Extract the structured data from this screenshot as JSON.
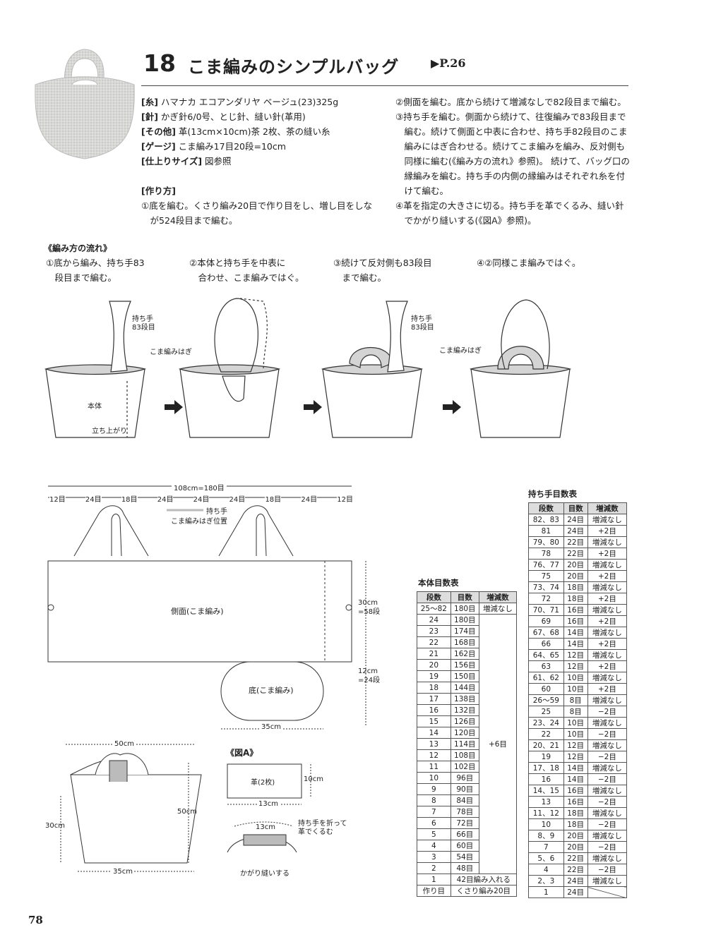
{
  "title": {
    "number": "18",
    "text": "こま編みのシンプルバッグ",
    "page_ref": "▶P.26"
  },
  "specs": [
    {
      "label": "[糸]",
      "text": "ハマナカ エコアンダリヤ ベージュ(23)325g"
    },
    {
      "label": "[針]",
      "text": "かぎ針6/0号、とじ針、縫い針(革用)"
    },
    {
      "label": "[その他]",
      "text": "革(13cm×10cm)茶 2枚、茶の縫い糸"
    },
    {
      "label": "[ゲージ]",
      "text": "こま編み17目20段=10cm"
    },
    {
      "label": "[仕上りサイズ]",
      "text": "図参照"
    }
  ],
  "method_heading": "[作り方]",
  "method_steps_left": [
    "①底を編む。くさり編み20目で作り目をし、増し目をしな",
    "　が524段目まで編む。"
  ],
  "method_steps_right": [
    "②側面を編む。底から続けて増減なしで82段目まで編む。",
    "③持ち手を編む。側面から続けて、往復編みで83段目まで",
    "　編む。続けて側面と中表に合わせ、持ち手82段目のこま",
    "　編みにはぎ合わせる。続けてこま編みを編み、反対側も",
    "　同様に編む(《編み方の流れ》参照)。 続けて、バッグ口の",
    "　縁編みを編む。持ち手の内側の縁編みはそれぞれ糸を付",
    "　けて編む。",
    "④革を指定の大きさに切る。持ち手を革でくるみ、縫い針",
    "　でかがり縫いする(《図A》参照)。"
  ],
  "flow": {
    "heading": "《編み方の流れ》",
    "steps": [
      {
        "line1": "①底から編み、持ち手83",
        "line2": "　段目まで編む。"
      },
      {
        "line1": "②本体と持ち手を中表に",
        "line2": "　合わせ、こま編みではぐ。"
      },
      {
        "line1": "③続けて反対側も83段目",
        "line2": "　まで編む。"
      },
      {
        "line1": "④②同様こま編みではぐ。",
        "line2": ""
      }
    ],
    "labels": {
      "handle": "持ち手",
      "handle_rows": "83段目",
      "join": "こま編みはぎ",
      "body": "本体",
      "rise": "立ち上がり"
    }
  },
  "diagram": {
    "total_width": "108cm=180目",
    "segments": [
      "12目",
      "24目",
      "18目",
      "24目",
      "24目",
      "24目",
      "18目",
      "24目",
      "12目"
    ],
    "handle_note_1": "持ち手",
    "handle_note_2": "こま編みはぎ位置",
    "side_label": "側面(こま編み)",
    "side_height_1": "30cm",
    "side_height_2": "=58段",
    "bottom_label": "底(こま編み)",
    "bottom_height_1": "12cm",
    "bottom_height_2": "=24段",
    "bottom_width": "35cm",
    "bag_top": "50cm",
    "bag_height": "50cm",
    "bag_body": "30cm",
    "bag_bottom": "35cm",
    "figA_heading": "《図A》",
    "leather_label": "革(2枚)",
    "leather_h": "10cm",
    "leather_w": "13cm",
    "wrap_w": "13cm",
    "wrap_note_1": "持ち手を折って",
    "wrap_note_2": "革でくるむ",
    "whip": "かがり縫いする"
  },
  "body_table": {
    "title": "本体目数表",
    "headers": [
      "段数",
      "目数",
      "増減数"
    ],
    "first_row": [
      "25〜82",
      "180目",
      "増減なし"
    ],
    "rows": [
      [
        "24",
        "180目"
      ],
      [
        "23",
        "174目"
      ],
      [
        "22",
        "168目"
      ],
      [
        "21",
        "162目"
      ],
      [
        "20",
        "156目"
      ],
      [
        "19",
        "150目"
      ],
      [
        "18",
        "144目"
      ],
      [
        "17",
        "138目"
      ],
      [
        "16",
        "132目"
      ],
      [
        "15",
        "126目"
      ],
      [
        "14",
        "120目"
      ],
      [
        "13",
        "114目"
      ],
      [
        "12",
        "108目"
      ],
      [
        "11",
        "102目"
      ],
      [
        "10",
        "96目"
      ],
      [
        "9",
        "90目"
      ],
      [
        "8",
        "84目"
      ],
      [
        "7",
        "78目"
      ],
      [
        "6",
        "72目"
      ],
      [
        "5",
        "66目"
      ],
      [
        "4",
        "60目"
      ],
      [
        "3",
        "54目"
      ],
      [
        "2",
        "48目"
      ]
    ],
    "merged_change": "+6目",
    "row_1": [
      "1",
      "42目編み入れる"
    ],
    "row_start": [
      "作り目",
      "くさり編み20目"
    ]
  },
  "handle_table": {
    "title": "持ち手目数表",
    "headers": [
      "段数",
      "目数",
      "増減数"
    ],
    "rows": [
      [
        "82、83",
        "24目",
        "増減なし"
      ],
      [
        "81",
        "24目",
        "+2目"
      ],
      [
        "79、80",
        "22目",
        "増減なし"
      ],
      [
        "78",
        "22目",
        "+2目"
      ],
      [
        "76、77",
        "20目",
        "増減なし"
      ],
      [
        "75",
        "20目",
        "+2目"
      ],
      [
        "73、74",
        "18目",
        "増減なし"
      ],
      [
        "72",
        "18目",
        "+2目"
      ],
      [
        "70、71",
        "16目",
        "増減なし"
      ],
      [
        "69",
        "16目",
        "+2目"
      ],
      [
        "67、68",
        "14目",
        "増減なし"
      ],
      [
        "66",
        "14目",
        "+2目"
      ],
      [
        "64、65",
        "12目",
        "増減なし"
      ],
      [
        "63",
        "12目",
        "+2目"
      ],
      [
        "61、62",
        "10目",
        "増減なし"
      ],
      [
        "60",
        "10目",
        "+2目"
      ],
      [
        "26〜59",
        "8目",
        "増減なし"
      ],
      [
        "25",
        "8目",
        "−2目"
      ],
      [
        "23、24",
        "10目",
        "増減なし"
      ],
      [
        "22",
        "10目",
        "−2目"
      ],
      [
        "20、21",
        "12目",
        "増減なし"
      ],
      [
        "19",
        "12目",
        "−2目"
      ],
      [
        "17、18",
        "14目",
        "増減なし"
      ],
      [
        "16",
        "14目",
        "−2目"
      ],
      [
        "14、15",
        "16目",
        "増減なし"
      ],
      [
        "13",
        "16目",
        "−2目"
      ],
      [
        "11、12",
        "18目",
        "増減なし"
      ],
      [
        "10",
        "18目",
        "−2目"
      ],
      [
        "8、9",
        "20目",
        "増減なし"
      ],
      [
        "7",
        "20目",
        "−2目"
      ],
      [
        "5、6",
        "22目",
        "増減なし"
      ],
      [
        "4",
        "22目",
        "−2目"
      ],
      [
        "2、3",
        "24目",
        "増減なし"
      ],
      [
        "1",
        "24目",
        ""
      ]
    ]
  },
  "page_number": "78"
}
